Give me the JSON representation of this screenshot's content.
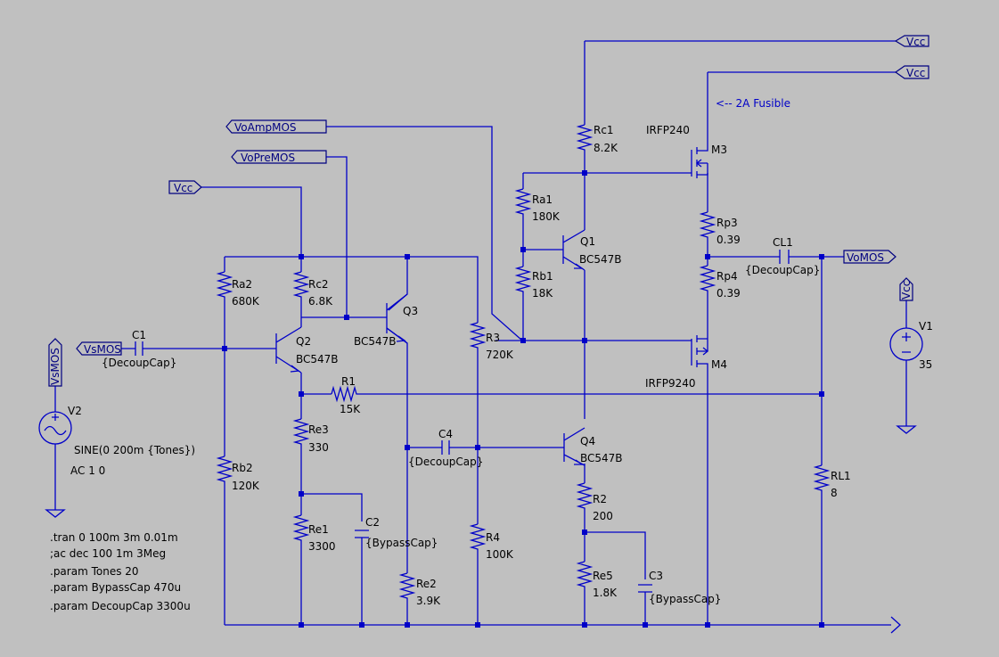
{
  "colors": {
    "background": "#c0c0c0",
    "wire": "#0000c8",
    "text": "#000000",
    "netflag": "#000080"
  },
  "netflags": {
    "vcc_top1": "Vcc",
    "vcc_top2": "Vcc",
    "vcc_left": "Vcc",
    "vcc_v1": "Vcc",
    "voampmos": "VoAmpMOS",
    "vopremos": "VoPreMOS",
    "vomos": "VoMOS",
    "vsmos": "VsMOS"
  },
  "annotation": "<-- 2A Fusible",
  "components": {
    "Rc1": {
      "name": "Rc1",
      "value": "8.2K"
    },
    "Ra1": {
      "name": "Ra1",
      "value": "180K"
    },
    "Rb1": {
      "name": "Rb1",
      "value": "18K"
    },
    "Q1": {
      "name": "Q1",
      "value": "BC547B"
    },
    "M3": {
      "name": "M3",
      "value": "IRFP240"
    },
    "M4": {
      "name": "M4",
      "value": "IRFP9240"
    },
    "Rp3": {
      "name": "Rp3",
      "value": "0.39"
    },
    "Rp4": {
      "name": "Rp4",
      "value": "0.39"
    },
    "CL1": {
      "name": "CL1",
      "value": "{DecoupCap}"
    },
    "RL1": {
      "name": "RL1",
      "value": "8"
    },
    "V1": {
      "name": "V1",
      "value": "35"
    },
    "Ra2": {
      "name": "Ra2",
      "value": "680K"
    },
    "Rb2": {
      "name": "Rb2",
      "value": "120K"
    },
    "Rc2": {
      "name": "Rc2",
      "value": "6.8K"
    },
    "Q2": {
      "name": "Q2",
      "value": "BC547B"
    },
    "Q3": {
      "name": "Q3",
      "value": "BC547B"
    },
    "C1": {
      "name": "C1",
      "value": "{DecoupCap}"
    },
    "R1": {
      "name": "R1",
      "value": "15K"
    },
    "R3": {
      "name": "R3",
      "value": "720K"
    },
    "R4": {
      "name": "R4",
      "value": "100K"
    },
    "Re3": {
      "name": "Re3",
      "value": "330"
    },
    "Re1": {
      "name": "Re1",
      "value": "3300"
    },
    "C2": {
      "name": "C2",
      "value": "{BypassCap}"
    },
    "Re2": {
      "name": "Re2",
      "value": "3.9K"
    },
    "C4": {
      "name": "C4",
      "value": "{DecoupCap}"
    },
    "Q4": {
      "name": "Q4",
      "value": "BC547B"
    },
    "R2": {
      "name": "R2",
      "value": "200"
    },
    "Re5": {
      "name": "Re5",
      "value": "1.8K"
    },
    "C3": {
      "name": "C3",
      "value": "{BypassCap}"
    },
    "V2": {
      "name": "V2",
      "value": "SINE(0 200m {Tones})",
      "ac": "AC 1 0"
    }
  },
  "directives": [
    ".tran 0 100m 3m 0.01m",
    ";ac dec 100 1m 3Meg",
    ".param Tones 20",
    ".param  BypassCap 470u",
    ".param  DecoupCap 3300u"
  ]
}
